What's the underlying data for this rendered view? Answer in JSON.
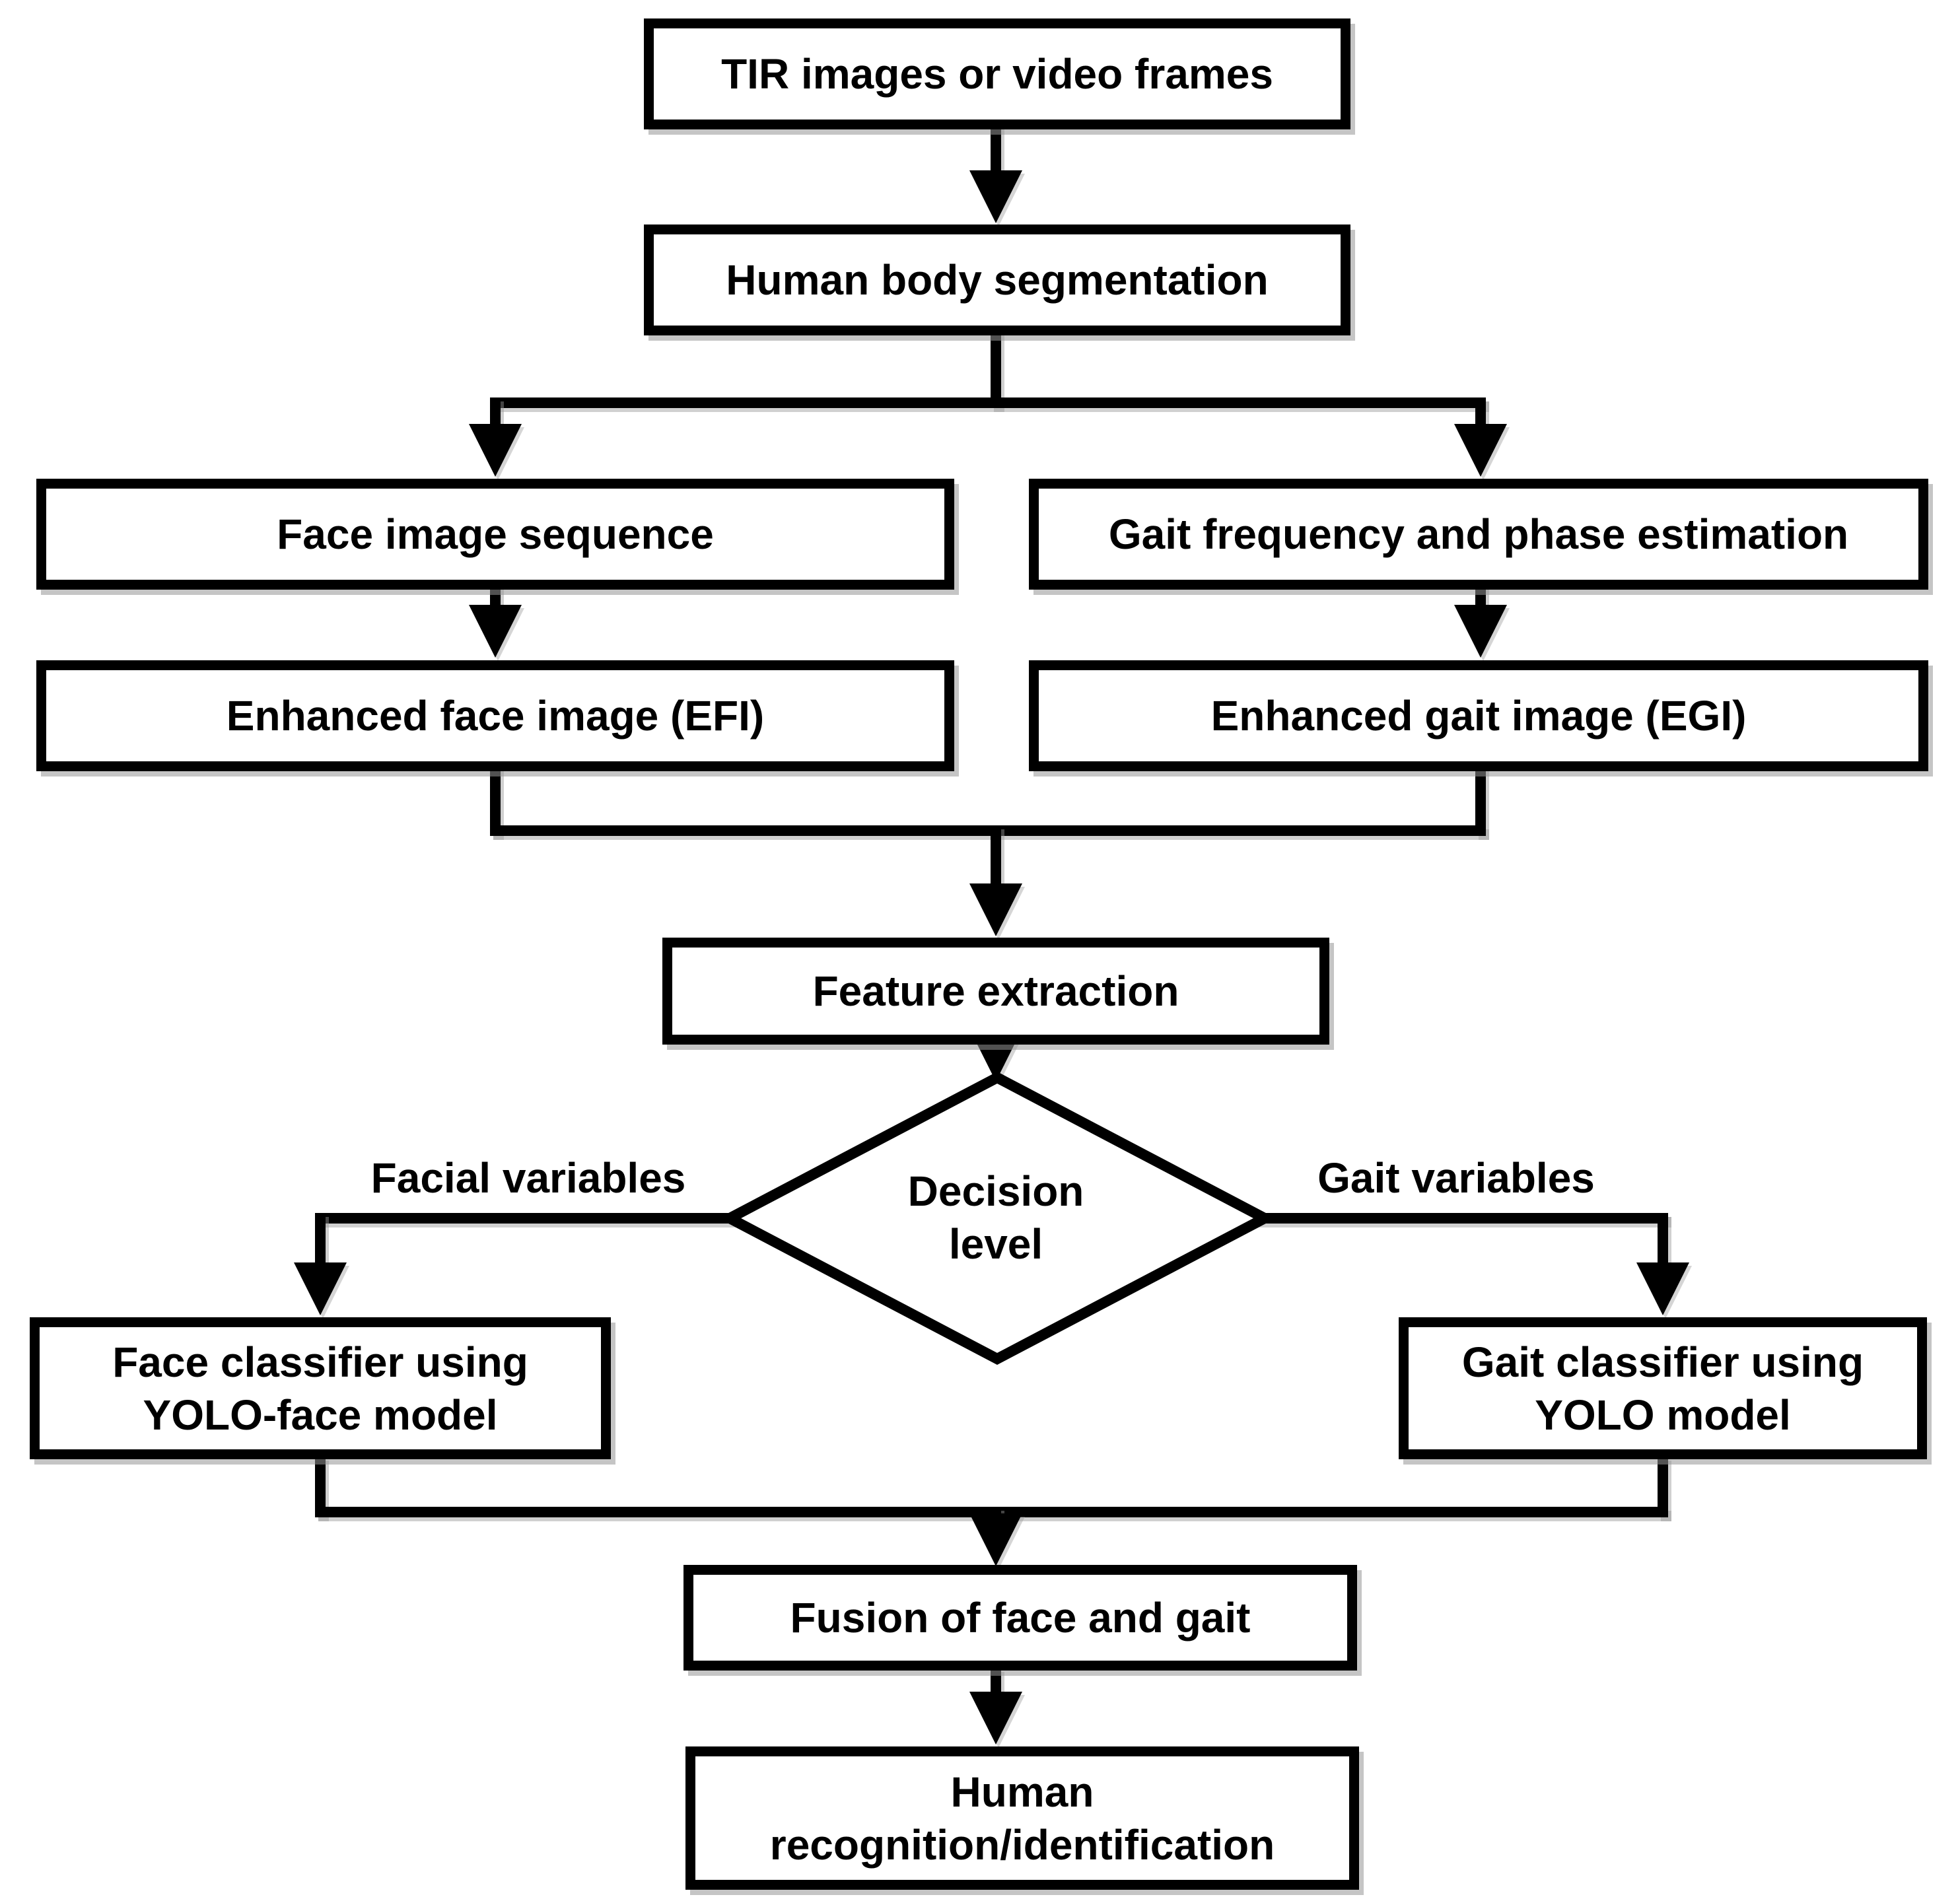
{
  "diagram": {
    "type": "flowchart",
    "colors": {
      "background": "#ffffff",
      "line": "#000000",
      "text": "#000000",
      "box_fill": "#ffffff"
    },
    "nodes": {
      "tir": {
        "shape": "rect",
        "label": "TIR images or video frames"
      },
      "segmentation": {
        "shape": "rect",
        "label": "Human body segmentation"
      },
      "face_sequence": {
        "shape": "rect",
        "label": "Face image sequence"
      },
      "gait_frequency": {
        "shape": "rect",
        "label": "Gait frequency and phase estimation"
      },
      "efi": {
        "shape": "rect",
        "label": "Enhanced face image (EFI)"
      },
      "egi": {
        "shape": "rect",
        "label": "Enhanced gait image (EGI)"
      },
      "feature_extraction": {
        "shape": "rect",
        "label": "Feature extraction"
      },
      "decision_level": {
        "shape": "diamond",
        "lines": [
          "Decision",
          "level"
        ]
      },
      "face_classifier": {
        "shape": "rect",
        "lines": [
          "Face classifier using",
          "YOLO-face model"
        ]
      },
      "gait_classifier": {
        "shape": "rect",
        "lines": [
          "Gait classifier using",
          "YOLO model"
        ]
      },
      "fusion": {
        "shape": "rect",
        "label": "Fusion of face and gait"
      },
      "recognition": {
        "shape": "rect",
        "lines": [
          "Human",
          "recognition/identification"
        ]
      }
    },
    "edge_labels": {
      "facial_variables": "Facial variables",
      "gait_variables": "Gait variables"
    },
    "edges": [
      {
        "from": "tir",
        "to": "segmentation"
      },
      {
        "from": "segmentation",
        "to": "face_sequence"
      },
      {
        "from": "segmentation",
        "to": "gait_frequency"
      },
      {
        "from": "face_sequence",
        "to": "efi"
      },
      {
        "from": "gait_frequency",
        "to": "egi"
      },
      {
        "from": "efi",
        "to": "feature_extraction"
      },
      {
        "from": "egi",
        "to": "feature_extraction"
      },
      {
        "from": "feature_extraction",
        "to": "decision_level"
      },
      {
        "from": "decision_level",
        "to": "face_classifier",
        "label": "Facial variables"
      },
      {
        "from": "decision_level",
        "to": "gait_classifier",
        "label": "Gait variables"
      },
      {
        "from": "face_classifier",
        "to": "fusion"
      },
      {
        "from": "gait_classifier",
        "to": "fusion"
      },
      {
        "from": "fusion",
        "to": "recognition"
      }
    ]
  }
}
